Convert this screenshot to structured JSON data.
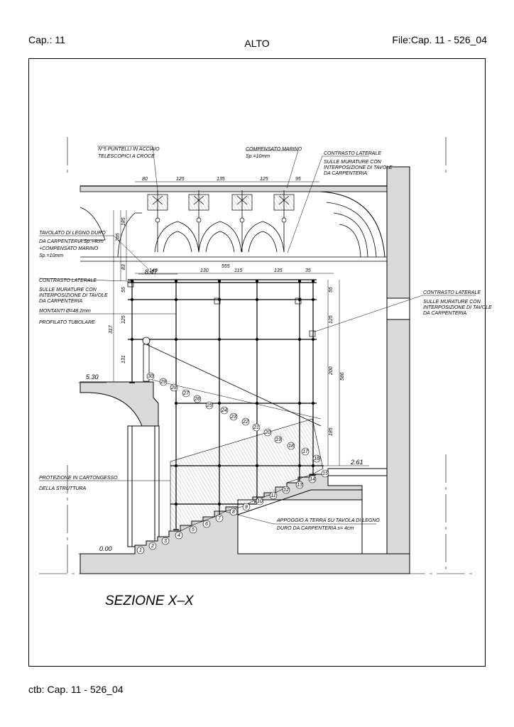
{
  "header": {
    "chapter": "Cap.: 11",
    "view": "ALTO",
    "file": "File:Cap. 11 - 526_04"
  },
  "footer": "ctb: Cap. 11 - 526_04",
  "drawing": {
    "section_title": "SEZIONE X–X",
    "notes": {
      "props": [
        "N°5 PUNTELLI IN ACCIAIO",
        "TELESCOPICI A CROCE"
      ],
      "plywood": [
        "COMPENSATO MARINO",
        "Sp.=10mm"
      ],
      "lateral_top": [
        "CONTRASTO LATERALE",
        "SULLE MURATURE CON",
        "INTERPOSIZIONE DI TAVOLE",
        "DA CARPENTERIA"
      ],
      "decking": [
        "TAVOLATO DI LEGNO DURO",
        "DA CARPENTERIA Sp.=4cm",
        "+COMPENSATO MARINO",
        "Sp.=10mm"
      ],
      "lateral_left": [
        "CONTRASTO LATERALE",
        "SULLE MURATURE CON",
        "INTERPOSIZIONE DI TAVOLE",
        "DA CARPENTERIA"
      ],
      "uprights": [
        "MONTANTI Ø=48.2mm",
        "PROFILATO TUBOLARE"
      ],
      "lateral_right": [
        "CONTRASTO LATERALE",
        "SULLE MURATURE CON",
        "INTERPOSIZIONE DI TAVOLE",
        "DA CARPENTERIA"
      ],
      "protection": [
        "PROTEZIONE IN CARTONGESSO",
        "DELLA STRUTTURA"
      ],
      "support": [
        "APPOGGIO A TERRA SU TAVOLA DI LEGNO",
        "DURO DA CARPENTERIA s= 4cm"
      ]
    },
    "levels": {
      "ground": "0.00",
      "landing_left": "5.30",
      "deck": "8.47",
      "landing_right": "2.61"
    },
    "dims_top": [
      "80",
      "125",
      "135",
      "125",
      "95"
    ],
    "dims_deck": [
      "140",
      "130",
      "555",
      "115",
      "135",
      "35"
    ],
    "dims_left": [
      "185",
      "265",
      "83",
      "55",
      "125",
      "317",
      "131"
    ],
    "dims_right": [
      "55",
      "125",
      "200",
      "586",
      "185"
    ],
    "steps": [
      "1",
      "2",
      "3",
      "4",
      "5",
      "6",
      "7",
      "8",
      "9",
      "10",
      "11",
      "12",
      "13",
      "14",
      "15",
      "16",
      "17",
      "18",
      "19",
      "20",
      "21",
      "22",
      "23",
      "24",
      "25",
      "26",
      "27",
      "28",
      "29",
      "30"
    ]
  },
  "colors": {
    "ink": "#000000",
    "section_fill": "#d9d9d9",
    "hatch": "#8a8a8a"
  }
}
